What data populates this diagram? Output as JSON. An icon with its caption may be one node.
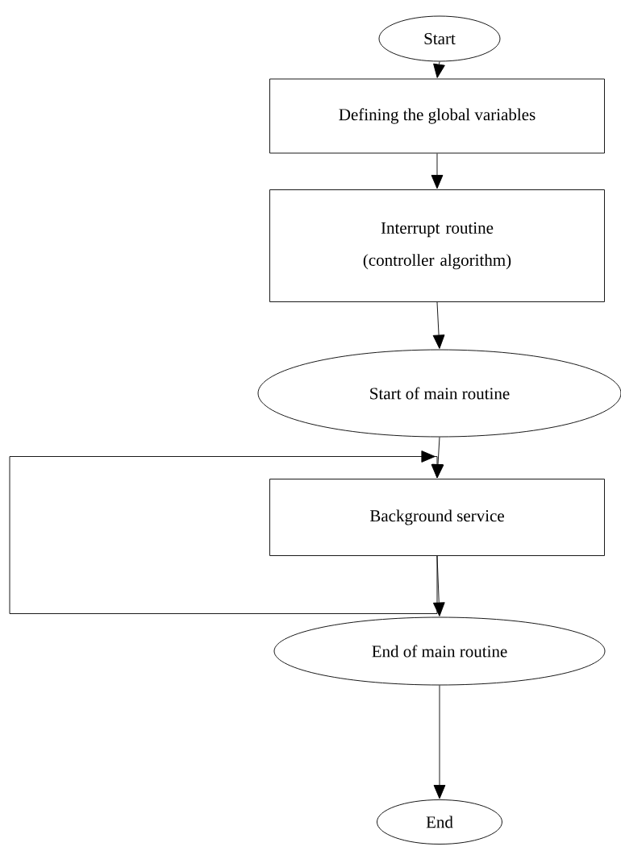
{
  "diagram": {
    "nodes": [
      {
        "text": [
          "Start"
        ]
      },
      {
        "text": [
          "Defining the global variables"
        ]
      },
      {
        "text": [
          "Interrupt routine (controller algorithm)"
        ]
      },
      {
        "text": [
          "Start of main routine"
        ]
      },
      {
        "text": [
          "Background service"
        ]
      },
      {
        "text": [
          "End of main routine"
        ]
      },
      {
        "text": [
          "End"
        ]
      }
    ],
    "edges": [
      {
        "from": 0,
        "to": 1,
        "arrow": "to"
      },
      {
        "from": 1,
        "to": 2,
        "arrow": "to"
      },
      {
        "from": 2,
        "to": 3,
        "arrow": "to"
      },
      {
        "from": 3,
        "to": 4,
        "arrow": "to"
      },
      {
        "from": 4,
        "to": 4,
        "arrow": "to"
      },
      {
        "from": 4,
        "to": 5,
        "arrow": "to"
      },
      {
        "from": 5,
        "to": 6,
        "arrow": "to"
      }
    ]
  }
}
